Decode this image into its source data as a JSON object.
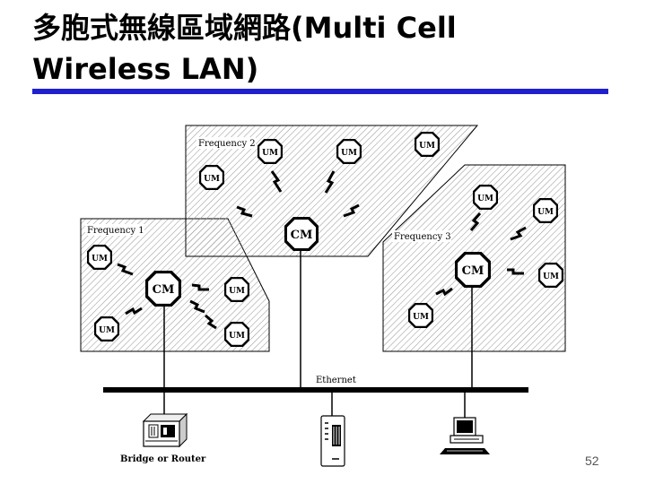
{
  "slide": {
    "title_line1": "多胞式無線區域網路(Multi Cell",
    "title_line2": "Wireless LAN)",
    "page_number": "52",
    "rule_color": "#1f1fd0"
  },
  "diagram": {
    "zones": [
      {
        "label": "Frequency 2"
      },
      {
        "label": "Frequency 1"
      },
      {
        "label": "Frequency 3"
      }
    ],
    "cell_managers": [
      {
        "label": "CM",
        "zone": "Frequency 2"
      },
      {
        "label": "CM",
        "zone": "Frequency 1"
      },
      {
        "label": "CM",
        "zone": "Frequency 3"
      }
    ],
    "unit_label": "UM",
    "ethernet_label": "Ethernet",
    "bridge_label": "Bridge or Router",
    "devices": [
      "bridge-or-router",
      "server-tower",
      "workstation-computer"
    ]
  }
}
